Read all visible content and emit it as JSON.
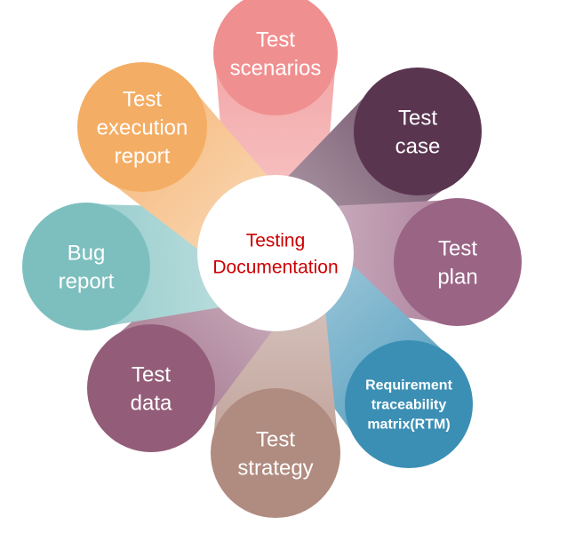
{
  "center": {
    "lines": [
      "Testing",
      "Documentation"
    ],
    "color": "#cc0000"
  },
  "petals": [
    {
      "id": "test-scenarios",
      "lines": [
        "Test",
        "scenarios"
      ],
      "color": "#f08f90"
    },
    {
      "id": "test-case",
      "lines": [
        "Test",
        "case"
      ],
      "color": "#5a3550"
    },
    {
      "id": "test-plan",
      "lines": [
        "Test",
        "plan"
      ],
      "color": "#9a6485"
    },
    {
      "id": "requirement-traceability-matrix",
      "lines": [
        "Requirement",
        "traceability",
        "matrix(RTM)"
      ],
      "color": "#3b8fb4"
    },
    {
      "id": "test-strategy",
      "lines": [
        "Test",
        "strategy"
      ],
      "color": "#b08b80"
    },
    {
      "id": "test-data",
      "lines": [
        "Test",
        "data"
      ],
      "color": "#935d79"
    },
    {
      "id": "bug-report",
      "lines": [
        "Bug",
        "report"
      ],
      "color": "#7dbfbf"
    },
    {
      "id": "test-execution-report",
      "lines": [
        "Test",
        "execution",
        "report"
      ],
      "color": "#f4ad64"
    }
  ]
}
